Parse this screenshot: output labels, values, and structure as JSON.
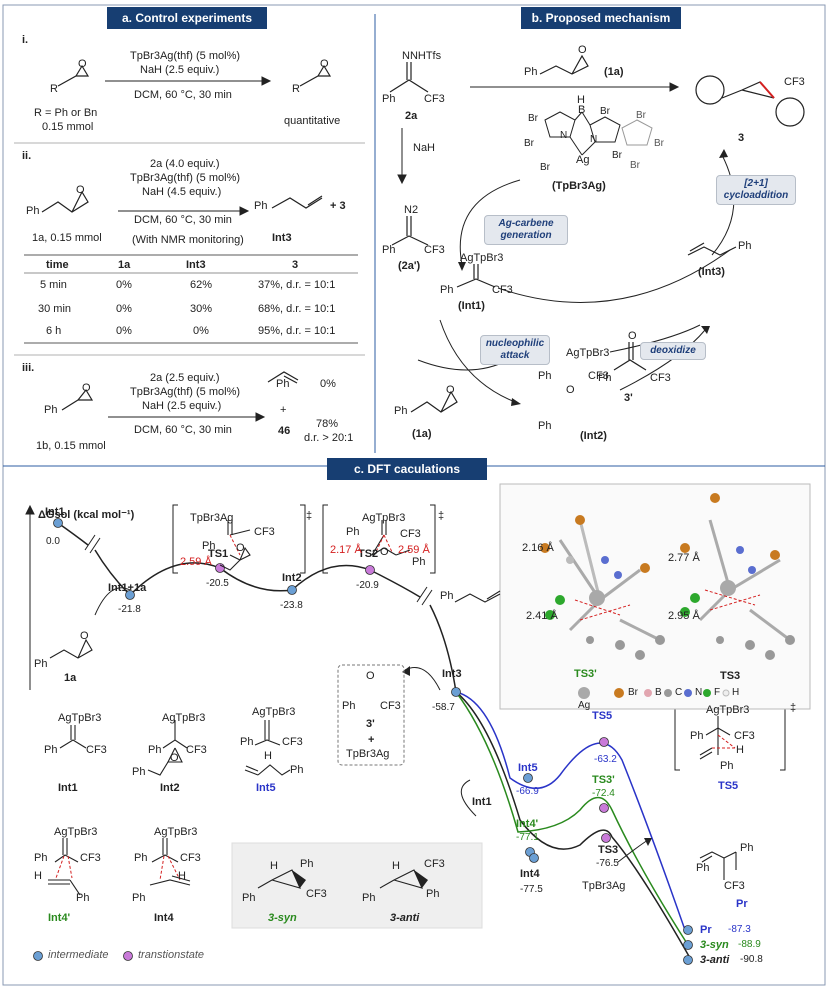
{
  "panels": {
    "a": {
      "title": "a. Control experiments"
    },
    "b": {
      "title": "b. Proposed mechanism"
    },
    "c": {
      "title": "c. DFT caculations"
    }
  },
  "control": {
    "i": {
      "roman": "i.",
      "cond1": "TpBr3Ag(thf) (5 mol%)",
      "cond2": "NaH (2.5 equiv.)",
      "cond3": "DCM, 60 °C, 30 min",
      "r_text": "R = Ph or Bn",
      "amount": "0.15 mmol",
      "result": "quantitative",
      "r1": "R",
      "r2": "R",
      "o1": "O",
      "o2": "O"
    },
    "ii": {
      "roman": "ii.",
      "cond0": "2a (4.0 equiv.)",
      "cond1": "TpBr3Ag(thf) (5 mol%)",
      "cond2": "NaH (4.5 equiv.)",
      "cond3": "DCM, 60 °C, 30 min",
      "cond4": "(With NMR monitoring)",
      "sub_label": "1a, 0.15 mmol",
      "prod_label": "Int3",
      "plus3": "+    3",
      "ph": "Ph",
      "ph2": "Ph",
      "o": "O",
      "table": {
        "headers": [
          "time",
          "1a",
          "Int3",
          "3"
        ],
        "rows": [
          [
            "5 min",
            "0%",
            "62%",
            "37%, d.r. = 10:1"
          ],
          [
            "30 min",
            "0%",
            "30%",
            "68%, d.r. = 10:1"
          ],
          [
            "6 h",
            "0%",
            "0%",
            "95%, d.r. = 10:1"
          ]
        ]
      }
    },
    "iii": {
      "roman": "iii.",
      "cond0": "2a (2.5 equiv.)",
      "cond1": "TpBr3Ag(thf) (5 mol%)",
      "cond2": "NaH (2.5 equiv.)",
      "cond3": "DCM, 60 °C, 30 min",
      "sub_label": "1b, 0.15 mmol",
      "ph": "Ph",
      "o": "O",
      "prod_ph": "Ph",
      "pct0": "0%",
      "plus": "+",
      "p46": "46",
      "pct78": "78%",
      "dr": "d.r. > 20:1"
    }
  },
  "mechanism": {
    "nnhtfs": "NNHTfs",
    "ph_2a": "Ph",
    "cf3_2a": "CF3",
    "label_2a": "2a",
    "nah": "NaH",
    "n2": "N2",
    "ph_2ap": "Ph",
    "cf3_2ap": "CF3",
    "label_2ap": "(2a')",
    "ph_1a_top": "Ph",
    "o_1a_top": "O",
    "label_1a_top": "(1a)",
    "cf3_prod": "CF3",
    "label_3": "3",
    "tp_b": "B",
    "tp_h": "H",
    "tp_ag": "Ag",
    "tp_n": "N",
    "tp_br": "Br",
    "tp_label": "(TpBr3Ag)",
    "tag_carbene": "Ag-carbene generation",
    "tag_cyclo": "[2+1] cycloaddition",
    "tag_nuc": "nucleophilic attack",
    "tag_deox": "deoxidize",
    "int1_ag": "AgTpBr3",
    "int1_ph": "Ph",
    "int1_cf3": "CF3",
    "int1_label": "(Int1)",
    "int3_ph": "Ph",
    "int3_label": "(Int3)",
    "ph_1a_bot": "Ph",
    "o_1a_bot": "O",
    "label_1a_bot": "(1a)",
    "int2_ag": "AgTpBr3",
    "int2_ph": "Ph",
    "int2_cf3": "CF3",
    "int2_o": "O",
    "int2_ph2": "Ph",
    "int2_label": "(Int2)",
    "p3_o": "O",
    "p3_ph": "Ph",
    "p3_cf3": "CF3",
    "p3_label": "3'"
  },
  "dft": {
    "yaxis": "ΔGsol  (kcal mol⁻¹)",
    "points": [
      {
        "name": "Int1",
        "value": "0.0"
      },
      {
        "name": "Int1+1a",
        "value": "-21.8"
      },
      {
        "name": "TS1",
        "value": "-20.5"
      },
      {
        "name": "Int2",
        "value": "-23.8"
      },
      {
        "name": "TS2",
        "value": "-20.9"
      },
      {
        "name": "Int3",
        "value": "-58.7"
      },
      {
        "name": "Int5",
        "value": "-66.9"
      },
      {
        "name": "TS5",
        "value": "-63.2"
      },
      {
        "name": "Int4'",
        "value": "-77.1"
      },
      {
        "name": "TS3'",
        "value": "-72.4"
      },
      {
        "name": "Int4",
        "value": "-77.5"
      },
      {
        "name": "TS3",
        "value": "-76.5"
      },
      {
        "name": "Pr",
        "value": "-87.3"
      },
      {
        "name": "3-syn",
        "value": "-88.9"
      },
      {
        "name": "3-anti",
        "value": "-90.8"
      }
    ],
    "ts1_box": {
      "ag": "TpBr3Ag",
      "cf3": "CF3",
      "ph": "Ph",
      "o": "O",
      "dist": "2.59 Å"
    },
    "ts2_box": {
      "ag": "AgTpBr3",
      "ph": "Ph",
      "cf3": "CF3",
      "o": "O",
      "d1": "2.17 Å",
      "d2": "2.59 Å",
      "ph2": "Ph"
    },
    "dagger": "‡",
    "label_1a": "1a",
    "ph_1a": "Ph",
    "o_1a": "O",
    "int3_ph": "Ph",
    "int1_side": "Int1",
    "tpag": "TpBr3Ag",
    "box_3p": {
      "o": "O",
      "ph": "Ph",
      "cf3": "CF3",
      "label": "3'",
      "plus": "+",
      "tp": "TpBr3Ag"
    },
    "structs": {
      "int1": {
        "ag": "AgTpBr3",
        "ph": "Ph",
        "cf3": "CF3",
        "label": "Int1"
      },
      "int2": {
        "ag": "AgTpBr3",
        "ph": "Ph",
        "cf3": "CF3",
        "o": "O",
        "ph2": "Ph",
        "label": "Int2"
      },
      "int5": {
        "ag": "AgTpBr3",
        "ph": "Ph",
        "cf3": "CF3",
        "h": "H",
        "ph2": "Ph",
        "label": "Int5"
      },
      "int4p": {
        "ag": "AgTpBr3",
        "ph": "Ph",
        "cf3": "CF3",
        "h": "H",
        "ph2": "Ph",
        "label": "Int4'"
      },
      "int4": {
        "ag": "AgTpBr3",
        "ph": "Ph",
        "cf3": "CF3",
        "h": "H",
        "ph2": "Ph",
        "label": "Int4"
      },
      "ts5": {
        "ag": "AgTpBr3",
        "ph": "Ph",
        "cf3": "CF3",
        "h": "H",
        "ph2": "Ph",
        "label": "TS5"
      },
      "pr": {
        "ph": "Ph",
        "ph2": "Ph",
        "cf3": "CF3",
        "label": "Pr"
      },
      "syn": {
        "h": "H",
        "ph": "Ph",
        "ph2": "Ph",
        "cf3": "CF3",
        "label": "3-syn"
      },
      "anti": {
        "h": "H",
        "ph": "Ph",
        "ph2": "Ph",
        "cf3": "CF3",
        "label": "3-anti"
      }
    },
    "xray": {
      "ts3p_label": "TS3'",
      "ts3_label": "TS3",
      "d1": "2.16 Å",
      "d2": "2.41 Å",
      "d3": "2.77 Å",
      "d4": "2.95 Å",
      "legend": [
        "Ag",
        "Br",
        "B",
        "C",
        "N",
        "F",
        "H"
      ]
    },
    "legend": {
      "intermediate": "intermediate",
      "ts": "transtionstate"
    },
    "colors": {
      "black": "#222222",
      "blue": "#2a34c8",
      "green": "#2a8a1e",
      "red": "#d42020",
      "node_i": "#6b9fd4",
      "node_ts": "#c97ad9"
    }
  }
}
